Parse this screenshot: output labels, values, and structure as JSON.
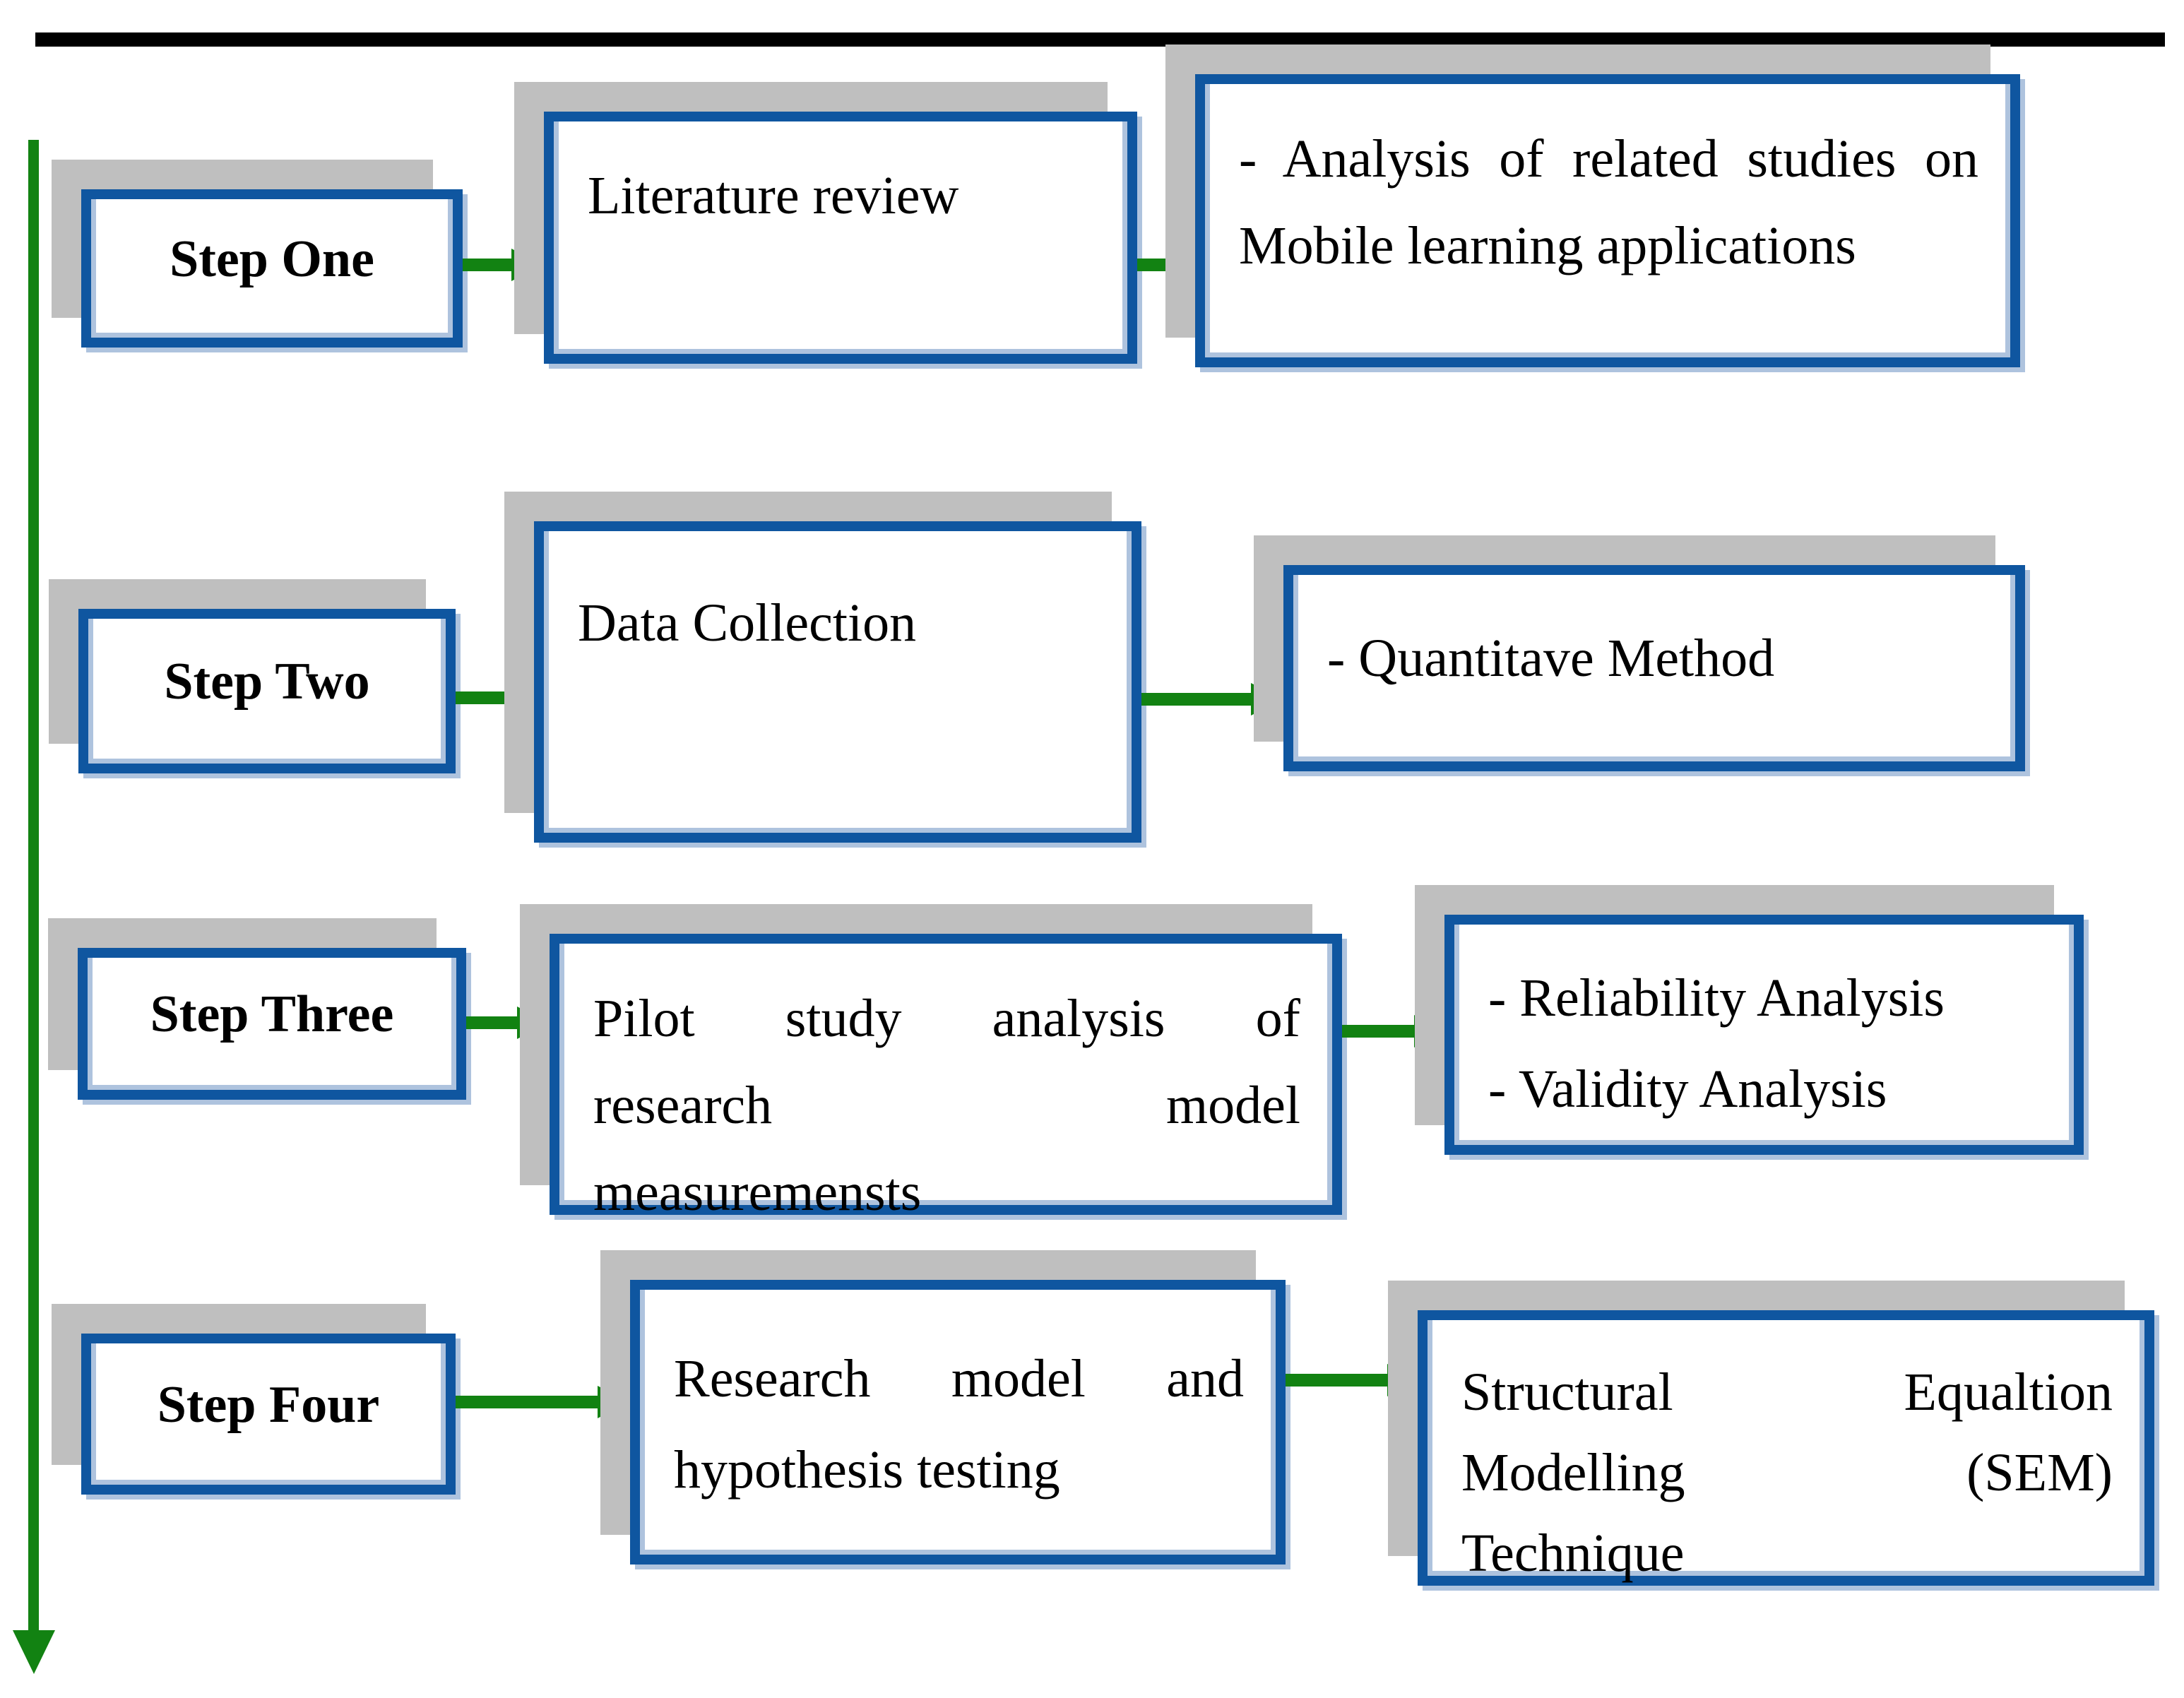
{
  "diagram": {
    "rows": [
      {
        "step": "Step One",
        "process": "Literature review",
        "output": "- Analysis of related studies on\nMobile learning applications"
      },
      {
        "step": "Step Two",
        "process": "Data Collection",
        "output": "- Quantitave Method"
      },
      {
        "step": "Step Three",
        "process": "Pilot study analysis of\nresearch model\nmeasuremensts",
        "output": "- Reliability Analysis\n- Validity Analysis"
      },
      {
        "step": "Step Four",
        "process": "Research model and\nhypothesis testing",
        "output": "Structural Equaltion\nModelling (SEM)\nTechnique"
      }
    ],
    "colors": {
      "box_border": "#0F56A0",
      "box_inner_edge": "#AEC3DE",
      "shadow": "#BFBFBF",
      "arrow": "#128212",
      "divider_bar": "#000000"
    }
  }
}
